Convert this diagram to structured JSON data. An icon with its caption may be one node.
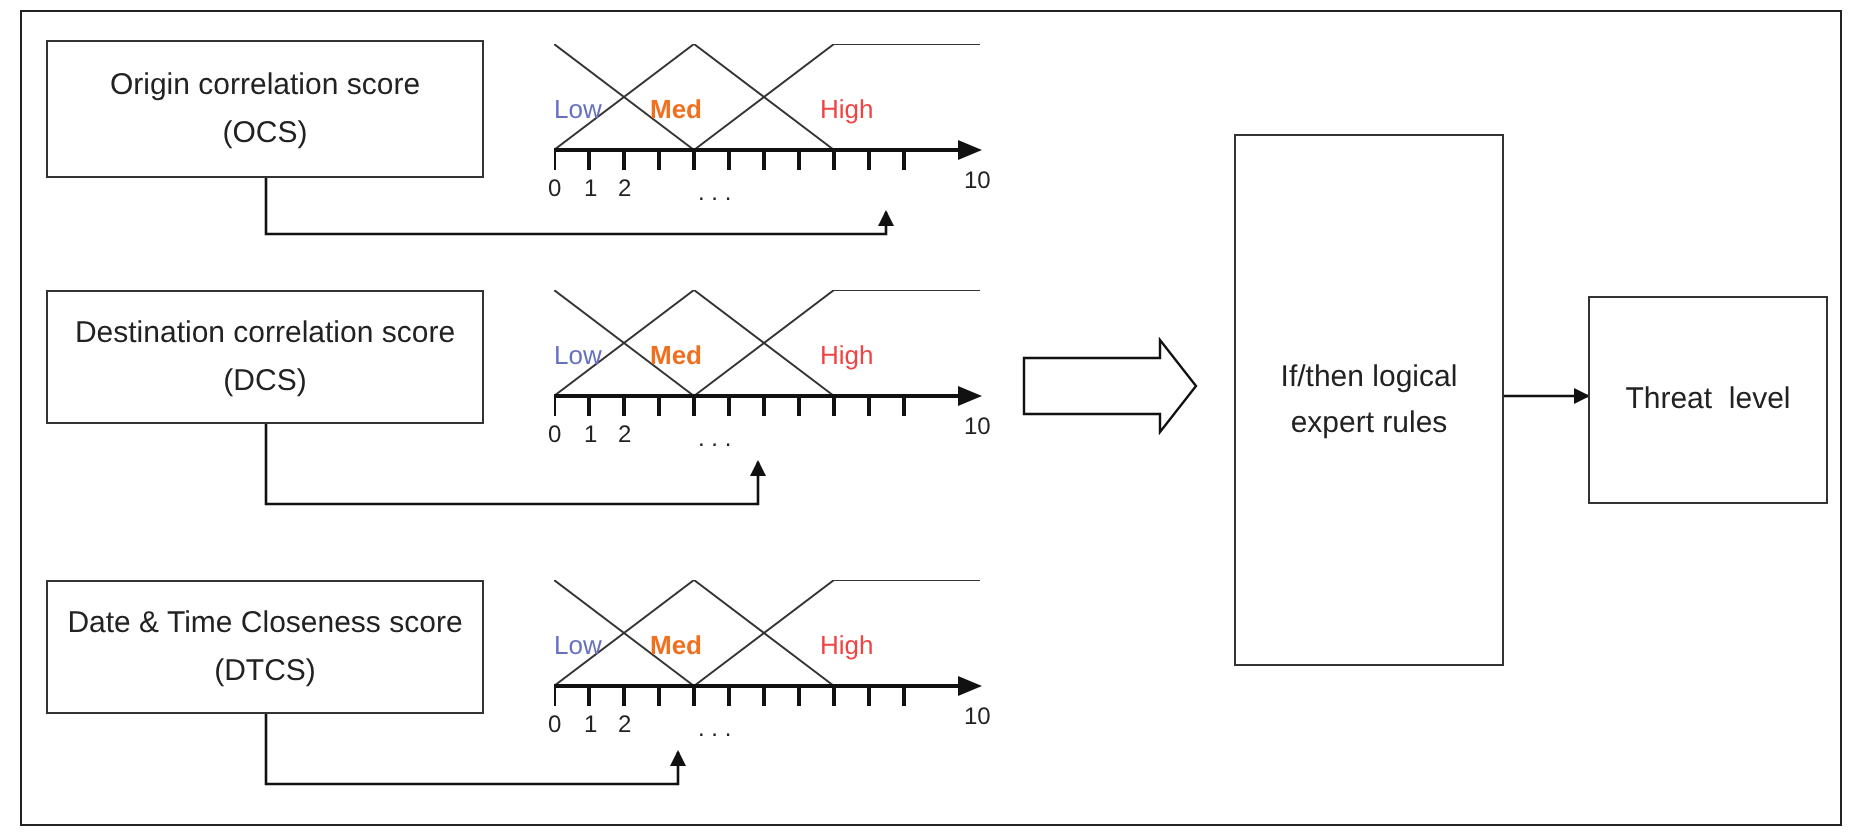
{
  "diagram": {
    "nodes": [
      {
        "text": [
          "Origin correlation score (OCS)"
        ]
      },
      {
        "text": [
          "Low",
          "Med",
          "High",
          "0",
          "1",
          "2",
          ". . .",
          "10"
        ]
      },
      {
        "text": [
          "Destination correlation score (DCS)"
        ]
      },
      {
        "text": [
          "Low",
          "Med",
          "High",
          "0",
          "1",
          "2",
          ". . .",
          "10"
        ]
      },
      {
        "text": [
          "Date & Time Closeness score (DTCS)"
        ]
      },
      {
        "text": [
          "Low",
          "Med",
          "High",
          "0",
          "1",
          "2",
          ". . .",
          "10"
        ]
      },
      {
        "text": [
          "If/then logical expert rules"
        ]
      },
      {
        "text": [
          "Threat  level"
        ]
      }
    ],
    "edges": [
      {
        "from": 0,
        "to": 1,
        "arrow": "to"
      },
      {
        "from": 2,
        "to": 3,
        "arrow": "to"
      },
      {
        "from": 4,
        "to": 5,
        "arrow": "to"
      },
      {
        "from": 3,
        "to": 6,
        "arrow": "to",
        "style": "thick"
      },
      {
        "from": 6,
        "to": 7,
        "arrow": "to"
      }
    ]
  }
}
